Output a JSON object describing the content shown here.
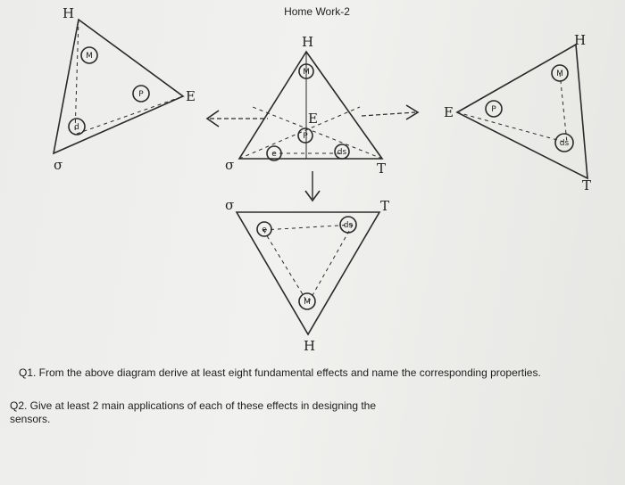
{
  "header": {
    "title": "Home Work-2"
  },
  "questions": {
    "q1": "Q1. From the above diagram derive at least eight fundamental effects and name the corresponding properties.",
    "q2_line1": "Q2. Give at least  2 main applications of each  of these effects in designing the",
    "q2_line2": "sensors."
  },
  "diagram": {
    "vertex_labels": {
      "H": "H",
      "E": "E",
      "sigma": "σ",
      "T": "T"
    },
    "node_labels": {
      "M": "M",
      "P": "P",
      "d": "d",
      "e": "e",
      "ds": "ds"
    }
  },
  "colors": {
    "paper": "#eeeeec",
    "ink": "#222222"
  }
}
